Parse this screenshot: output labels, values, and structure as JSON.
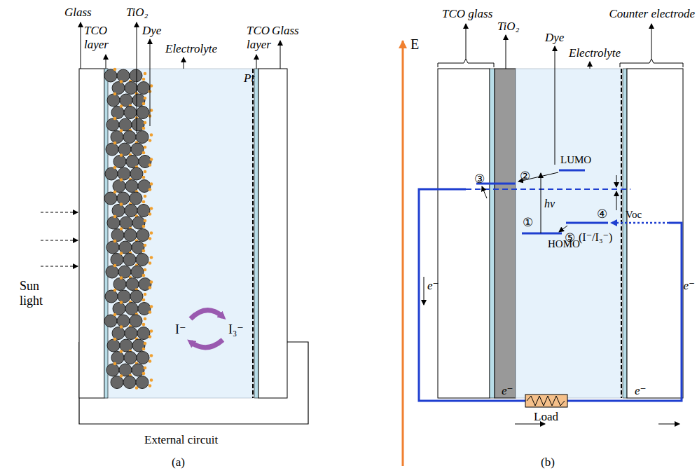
{
  "diagram": {
    "labels": [
      "Glass",
      "TCO layer",
      "TiO₂",
      "Dye",
      "Electrolyte",
      "TCO layer",
      "Pt",
      "Glass",
      "Sun light",
      "I⁻",
      "I₃⁻",
      "External circuit",
      "(a)",
      "E",
      "TCO glass",
      "TiO₂",
      "Dye",
      "Electrolyte",
      "Counter electrode",
      "LUMO",
      "HOMO",
      "③",
      "②",
      "①",
      "hν",
      "④",
      "⑤",
      "(I⁻/I₃⁻)",
      "Voc",
      "e⁻",
      "e⁻",
      "e⁻",
      "e⁻",
      "Load",
      "(b)"
    ]
  }
}
